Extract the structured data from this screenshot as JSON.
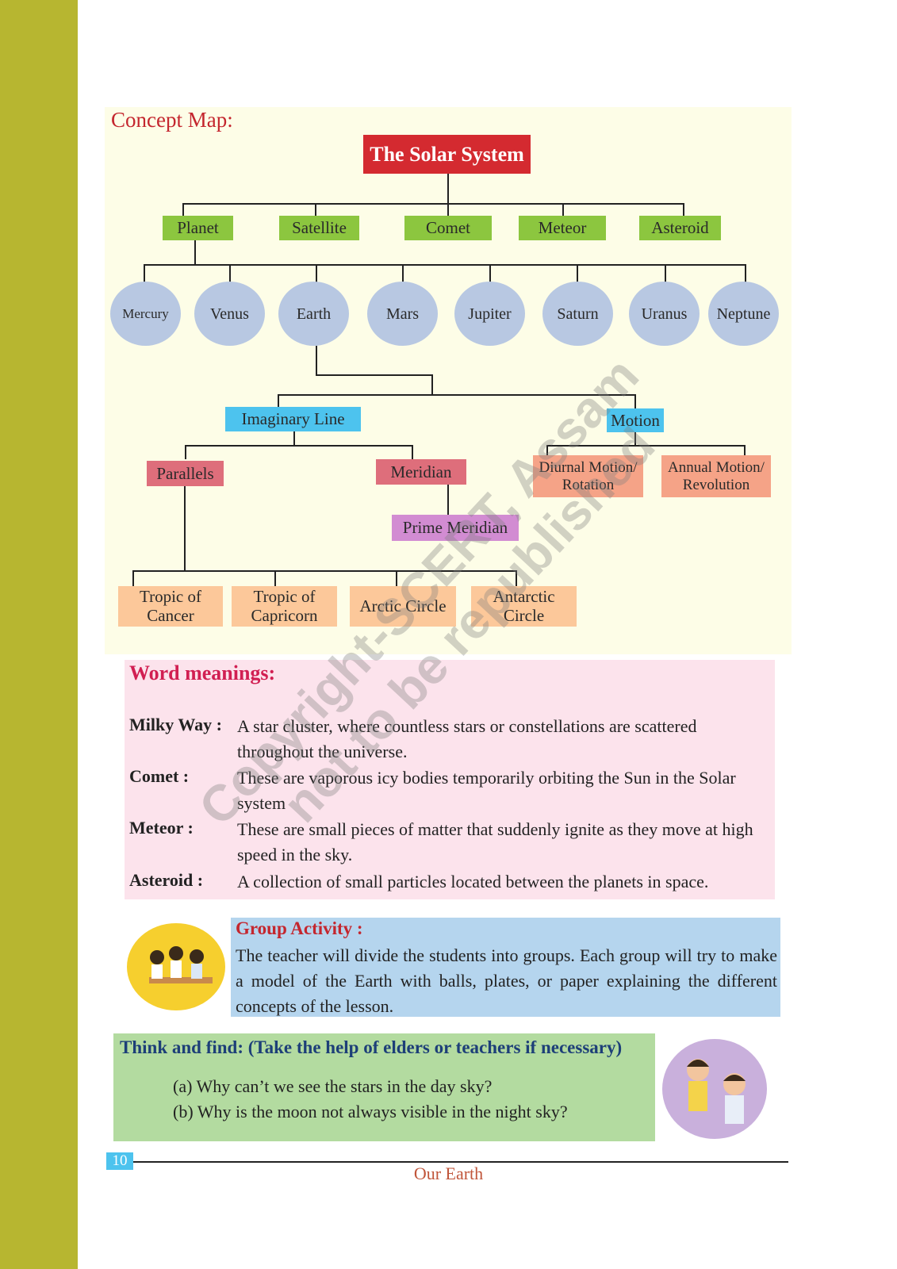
{
  "concept_map": {
    "heading": "Concept Map:",
    "root": "The Solar System",
    "level1": [
      "Planet",
      "Satellite",
      "Comet",
      "Meteor",
      "Asteroid"
    ],
    "planets": [
      "Mercury",
      "Venus",
      "Earth",
      "Mars",
      "Jupiter",
      "Saturn",
      "Uranus",
      "Neptune"
    ],
    "imaginary_line": "Imaginary Line",
    "motion": "Motion",
    "parallels": "Parallels",
    "meridian": "Meridian",
    "prime_meridian": "Prime Meridian",
    "diurnal": [
      "Diurnal Motion/",
      "Rotation"
    ],
    "annual": [
      "Annual Motion/",
      "Revolution"
    ],
    "lines": [
      [
        "Tropic of",
        "Cancer"
      ],
      [
        "Tropic of",
        "Capricorn"
      ],
      [
        "Arctic Circle"
      ],
      [
        "Antarctic",
        "Circle"
      ]
    ],
    "colors": {
      "root": "#d42a30",
      "level1": "#8cc63f",
      "planets": "#b8c8e2",
      "imaginary_motion": "#4dc3ee",
      "parallels_meridian": "#de6e7b",
      "motions": "#f5a387",
      "prime_meridian": "#d28cd2",
      "circles": "#fcc89a"
    }
  },
  "word_meanings": {
    "title": "Word meanings:",
    "items": [
      {
        "term": "Milky Way :",
        "definition": "A star cluster, where countless stars or constellations are scattered throughout the universe."
      },
      {
        "term": "Comet :",
        "definition": "These are vaporous icy bodies temporarily orbiting the Sun in the Solar system"
      },
      {
        "term": "Meteor :",
        "definition": "These are small pieces of matter that suddenly ignite as they move at high speed in the sky."
      },
      {
        "term": "Asteroid :",
        "definition": "A collection of small particles located between the planets in space."
      }
    ]
  },
  "group_activity": {
    "title": "Group Activity :",
    "text": "The teacher will divide the students into groups. Each group will try to make a model of the Earth with balls, plates, or paper explaining the different concepts of the lesson."
  },
  "think_and_find": {
    "title": "Think and find: (Take the help of elders or teachers if necessary)",
    "questions": [
      "(a) Why can’t we see the stars in the day sky?",
      "(b) Why is the moon not always visible in the night sky?"
    ]
  },
  "footer": {
    "page_number": "10",
    "book_title": "Our Earth"
  },
  "watermark": [
    "Copyright-SCERT, Assam",
    "not to be republished"
  ]
}
